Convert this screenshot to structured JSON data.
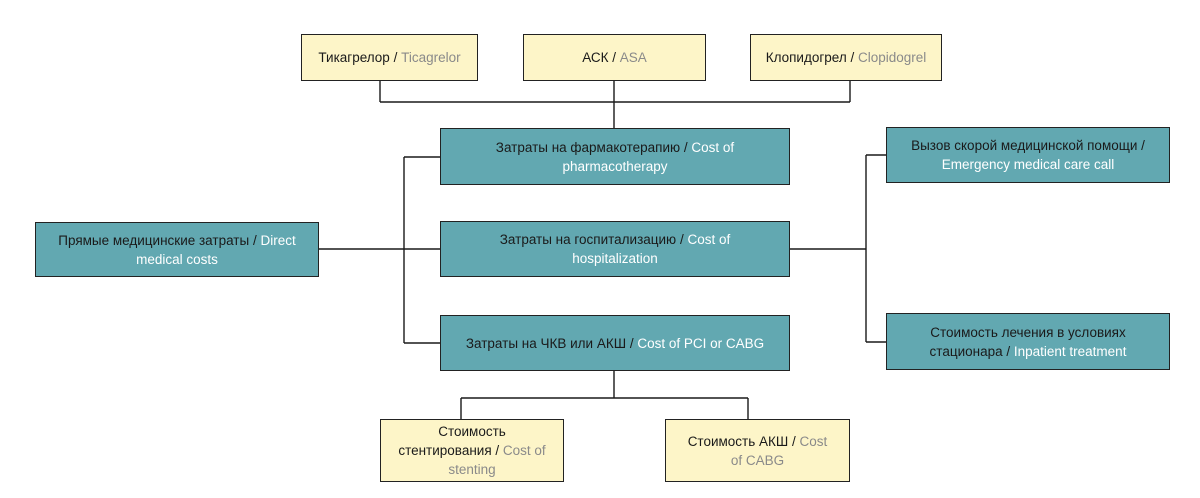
{
  "diagram": {
    "separator": " / ",
    "nodes": {
      "ticagrelor": {
        "ru": "Тикагрелор",
        "en": "Ticagrelor"
      },
      "asa": {
        "ru": "АСК",
        "en": "ASA"
      },
      "clopidogrel": {
        "ru": "Клопидогрел",
        "en": "Clopidogrel"
      },
      "pharmacotherapy": {
        "ru": "Затраты на фармакотерапию",
        "en": "Cost of pharmacotherapy"
      },
      "hospitalization": {
        "ru": "Затраты на госпитализацию",
        "en": "Cost of hospitalization"
      },
      "pci_cabg": {
        "ru": "Затраты на ЧКВ или АКШ",
        "en": "Cost of PCI or CABG"
      },
      "direct_costs": {
        "ru": "Прямые медицинские затраты",
        "en": "Direct medical costs"
      },
      "emergency_call": {
        "ru": "Вызов скорой медицинской помощи",
        "en": "Emergency medical care call"
      },
      "inpatient": {
        "ru": "Стоимость лечения в условиях стационара",
        "en": "Inpatient treatment"
      },
      "stenting": {
        "ru": "Стоимость стентирования",
        "en": "Cost of stenting"
      },
      "cabg_cost": {
        "ru": "Стоимость АКШ",
        "en": "Cost of CABG"
      }
    },
    "colors": {
      "drug_box_fill": "#fdf5c8",
      "cost_box_fill": "#62a8b1",
      "english_text_on_yellow": "#8a8a8a",
      "english_text_on_teal": "#ffffff",
      "line": "#1a1a1a"
    }
  }
}
